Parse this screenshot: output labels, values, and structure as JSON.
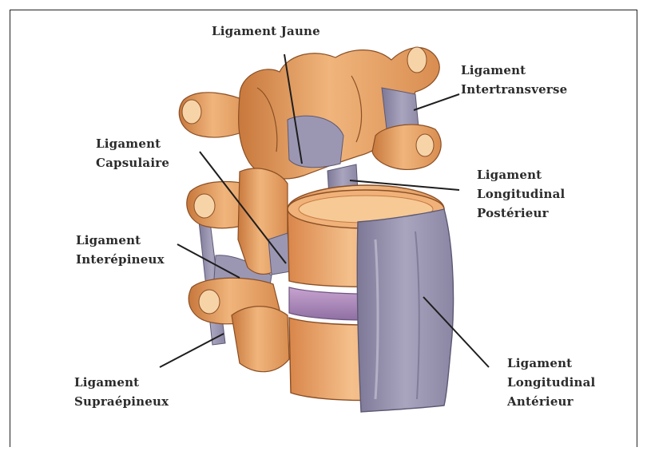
{
  "labels": {
    "ligament_jaune": "Ligament Jaune",
    "intertransverse": [
      "Ligament",
      "Intertransverse"
    ],
    "capsulaire": [
      "Ligament",
      "Capsulaire"
    ],
    "longitudinal_posterieur": [
      "Ligament",
      "Longitudinal",
      "Postérieur"
    ],
    "interepineux": [
      "Ligament",
      "Interépineux"
    ],
    "supraepineux": [
      "Ligament",
      "Supraépineux"
    ],
    "longitudinal_anterieur": [
      "Ligament",
      "Longitudinal",
      "Antérieur"
    ]
  },
  "colors": {
    "bone": "#e8a36a",
    "bone_light": "#f6cfa0",
    "bone_dark": "#b86a34",
    "ligament": "#8e8aa6",
    "ligament_light": "#b9b6cc",
    "disc": "#a784b5",
    "leader": "#1e1e1e"
  }
}
